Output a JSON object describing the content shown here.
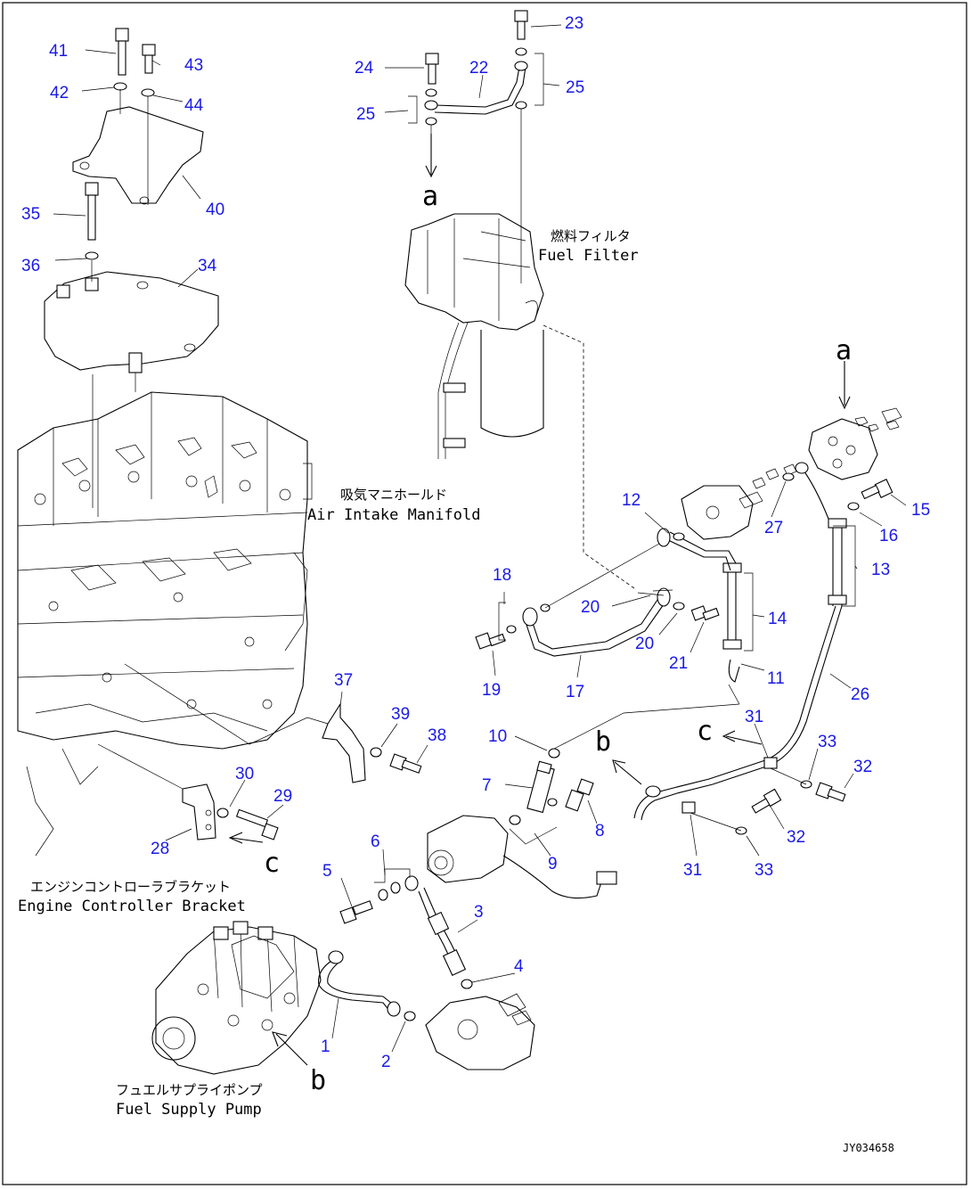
{
  "callouts": [
    {
      "id": "41"
    },
    {
      "id": "43"
    },
    {
      "id": "42"
    },
    {
      "id": "44"
    },
    {
      "id": "40"
    },
    {
      "id": "35"
    },
    {
      "id": "36"
    },
    {
      "id": "34"
    },
    {
      "id": "24"
    },
    {
      "id": "22"
    },
    {
      "id": "23"
    },
    {
      "id": "25"
    },
    {
      "id": "25"
    },
    {
      "id": "12"
    },
    {
      "id": "27"
    },
    {
      "id": "15"
    },
    {
      "id": "16"
    },
    {
      "id": "13"
    },
    {
      "id": "18"
    },
    {
      "id": "20"
    },
    {
      "id": "14"
    },
    {
      "id": "20"
    },
    {
      "id": "21"
    },
    {
      "id": "19"
    },
    {
      "id": "17"
    },
    {
      "id": "11"
    },
    {
      "id": "26"
    },
    {
      "id": "37"
    },
    {
      "id": "39"
    },
    {
      "id": "38"
    },
    {
      "id": "10"
    },
    {
      "id": "31"
    },
    {
      "id": "33"
    },
    {
      "id": "32"
    },
    {
      "id": "7"
    },
    {
      "id": "8"
    },
    {
      "id": "30"
    },
    {
      "id": "29"
    },
    {
      "id": "28"
    },
    {
      "id": "9"
    },
    {
      "id": "6"
    },
    {
      "id": "5"
    },
    {
      "id": "3"
    },
    {
      "id": "4"
    },
    {
      "id": "1"
    },
    {
      "id": "2"
    },
    {
      "id": "31"
    },
    {
      "id": "33"
    },
    {
      "id": "32"
    }
  ],
  "labels": {
    "fuel_filter_jp": "燃料フィルタ",
    "fuel_filter_en": "Fuel Filter",
    "air_intake_jp": "吸気マニホールド",
    "air_intake_en": "Air Intake Manifold",
    "engine_bracket_jp": "エンジンコントローラブラケット",
    "engine_bracket_en": "Engine Controller Bracket",
    "fuel_pump_jp": "フュエルサプライポンプ",
    "fuel_pump_en": "Fuel Supply Pump"
  },
  "refs": {
    "a_top": "a",
    "a_right": "a",
    "b_left": "b",
    "b_bottom": "b",
    "c_left": "c",
    "c_right": "c"
  },
  "drawing_code": "JY034658",
  "colors": {
    "callout": "#1a1ae6",
    "line": "#000000"
  }
}
